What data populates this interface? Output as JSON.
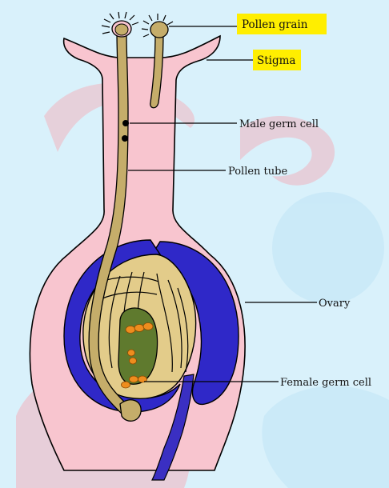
{
  "labels": {
    "pollen_grain": "Pollen grain",
    "stigma": "Stigma",
    "male_germ_cell": "Male germ cell",
    "pollen_tube": "Pollen tube",
    "ovary": "Ovary",
    "female_germ_cell": "Female germ cell"
  },
  "watermark": "Fukey",
  "colors": {
    "background": "#d9f1fb",
    "pistil": "#f8c5cf",
    "pollen": "#c5ad6a",
    "ovule": "#e3cc8a",
    "integument": "#2f28c8",
    "embryo_sac": "#5f7a2e",
    "egg_nuclei": "#ee8d1e",
    "label_highlight": "#ffee00",
    "outline": "#000000"
  }
}
